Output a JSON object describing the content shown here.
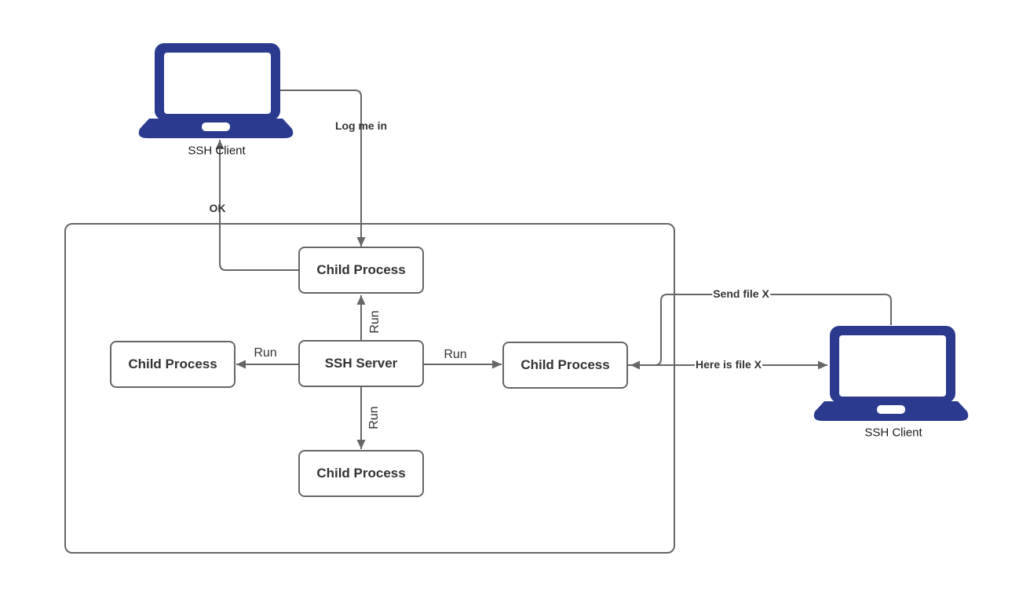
{
  "diagram": {
    "title": "SSH client-server process diagram",
    "nodes": {
      "server": {
        "label": "SSH Server"
      },
      "child_top": {
        "label": "Child Process"
      },
      "child_left": {
        "label": "Child Process"
      },
      "child_right": {
        "label": "Child Process"
      },
      "child_bottom": {
        "label": "Child Process"
      }
    },
    "clients": {
      "top": {
        "label": "SSH Client"
      },
      "right": {
        "label": "SSH Client"
      }
    },
    "edges": {
      "log_me_in": {
        "label": "Log me in",
        "from": "ssh-client-top",
        "to": "child-process-top"
      },
      "ok": {
        "label": "OK",
        "from": "child-process-top",
        "to": "ssh-client-top"
      },
      "run_up": {
        "label": "Run",
        "from": "ssh-server",
        "to": "child-process-top"
      },
      "run_down": {
        "label": "Run",
        "from": "ssh-server",
        "to": "child-process-bottom"
      },
      "run_left": {
        "label": "Run",
        "from": "ssh-server",
        "to": "child-process-left"
      },
      "run_right": {
        "label": "Run",
        "from": "ssh-server",
        "to": "child-process-right"
      },
      "send_file": {
        "label": "Send file X",
        "from": "ssh-client-right",
        "to": "child-process-right"
      },
      "here_is_file": {
        "label": "Here is file X",
        "from": "child-process-right",
        "to": "ssh-client-right"
      }
    },
    "colors": {
      "laptop_fill": "#2b3a8e",
      "connector_stroke": "#666666",
      "node_border": "#666666",
      "node_fill": "#ffffff",
      "text": "#333333",
      "background": "#ffffff"
    }
  }
}
